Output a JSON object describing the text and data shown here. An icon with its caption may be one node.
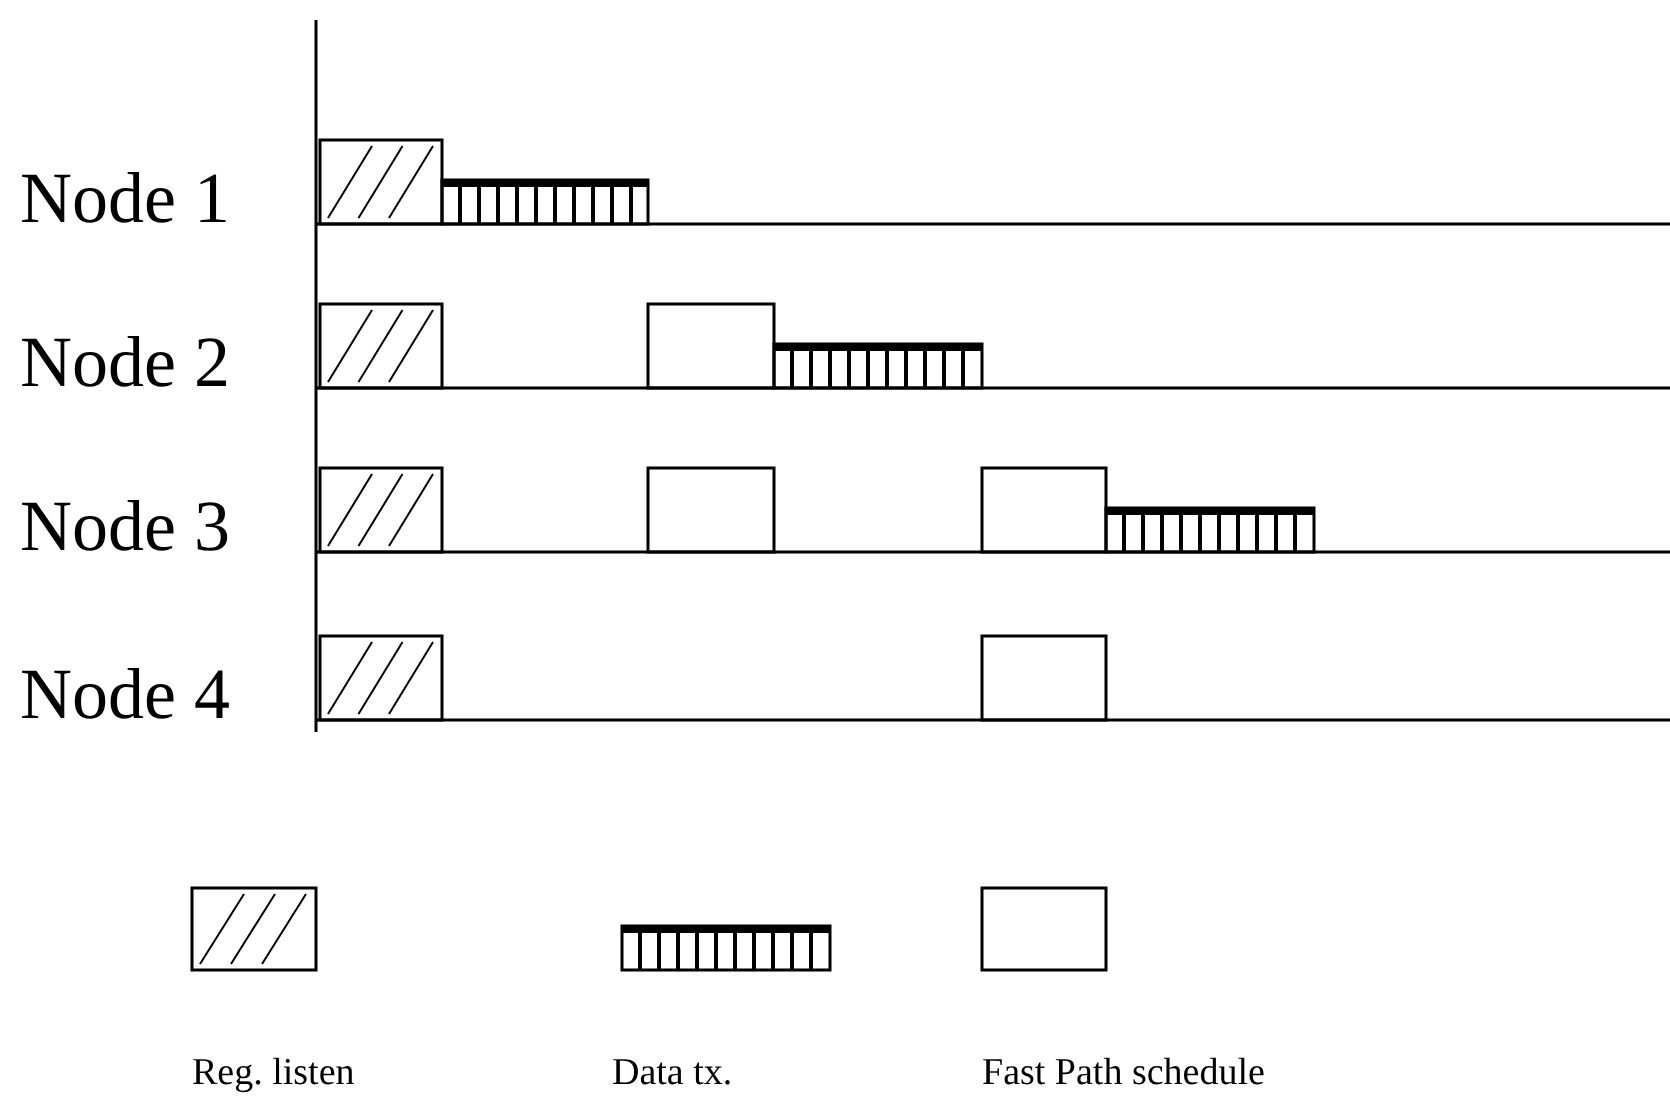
{
  "diagram": {
    "labels": [
      "Node 1",
      "Node 2",
      "Node 3",
      "Node 4"
    ],
    "legend": [
      {
        "text": "Reg. listen"
      },
      {
        "text": "Data tx."
      },
      {
        "text": "Fast Path schedule"
      }
    ]
  }
}
